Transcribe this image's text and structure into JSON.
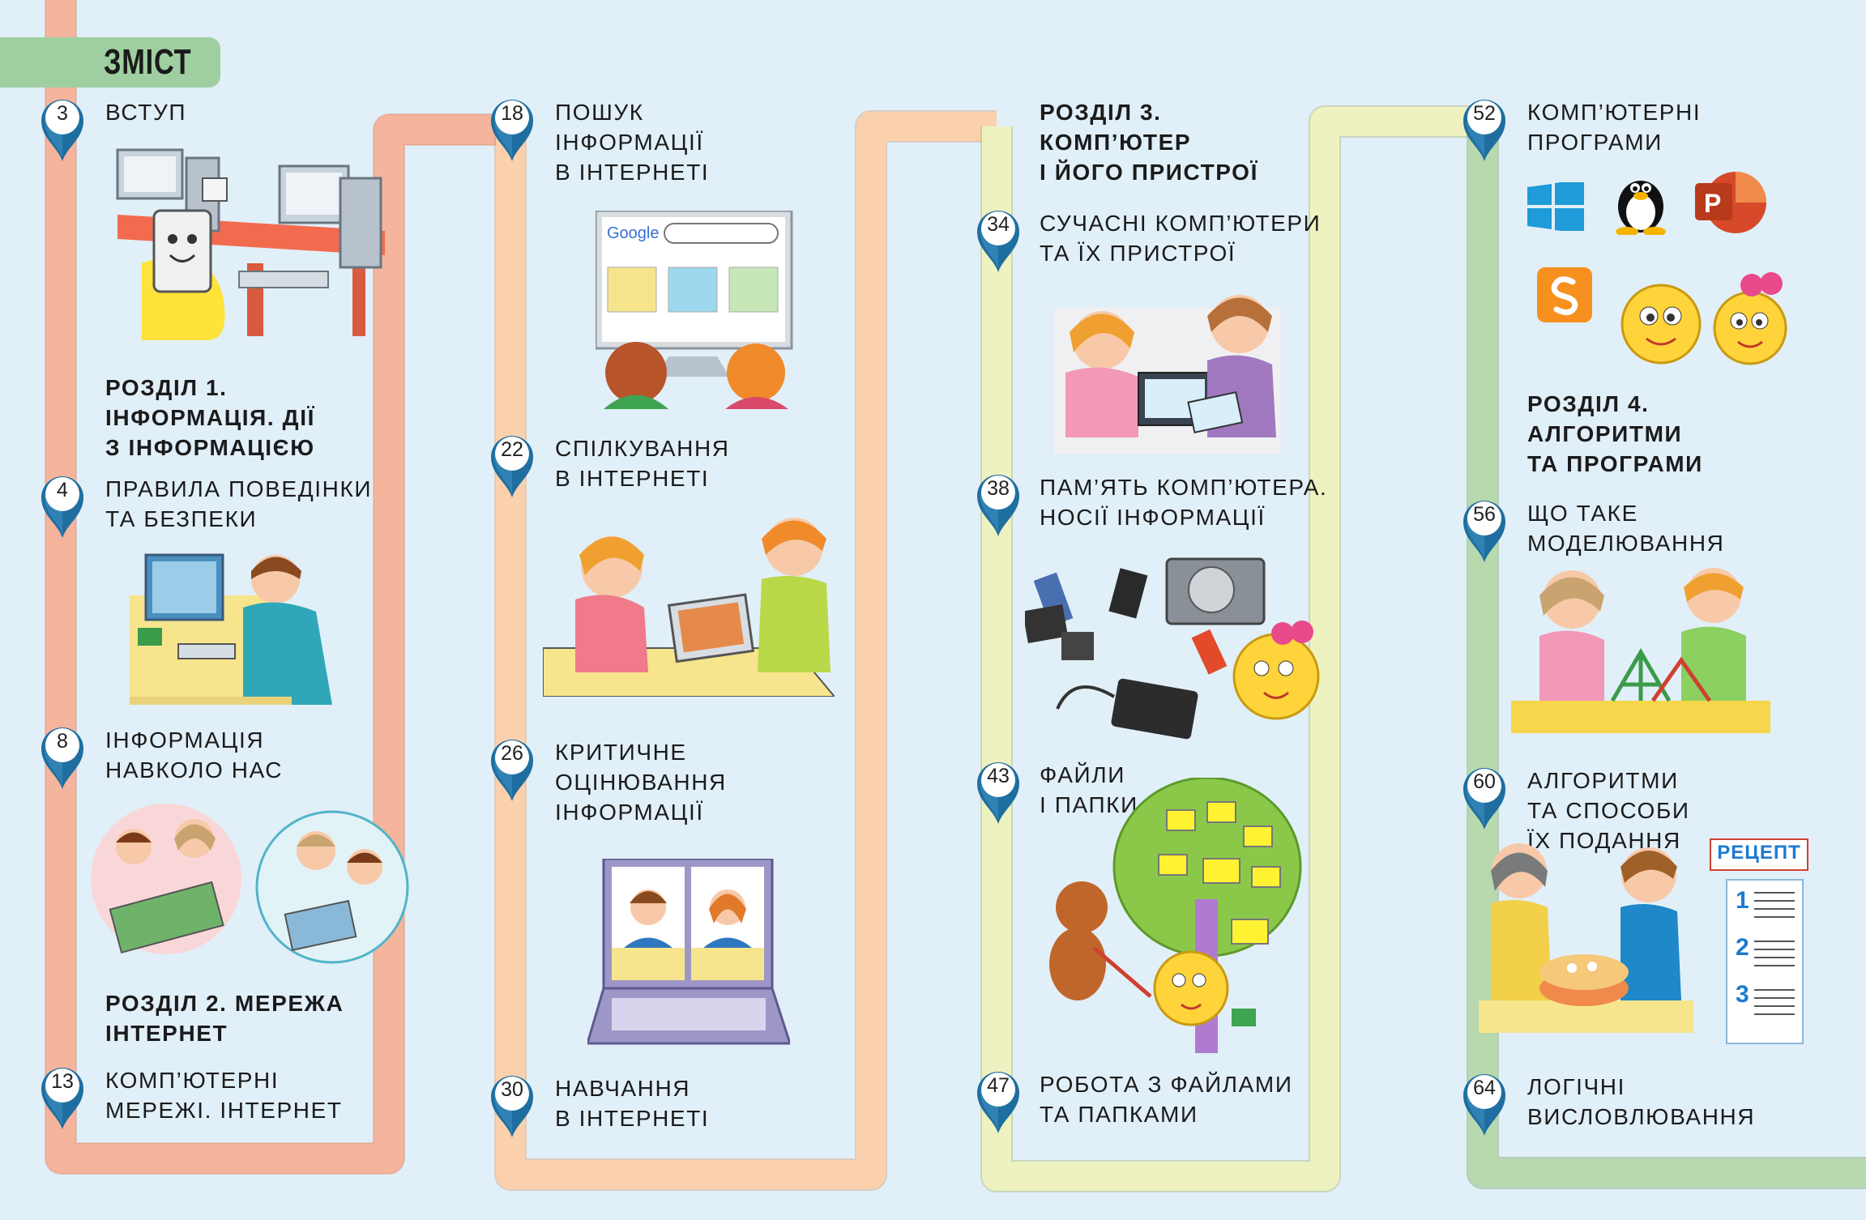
{
  "page": {
    "heading": "ЗМІСТ"
  },
  "colors": {
    "background": "#e1eff8",
    "track1": "#f5b49c",
    "track2": "#fbd0ac",
    "track3": "#eef2c0",
    "track4": "#b8d8ae",
    "pin": "#1f6ea0",
    "heading_tab": "#9fcfa0"
  },
  "columns": [
    {
      "items": [
        {
          "type": "entry",
          "page": "3",
          "lines": [
            "ВСТУП"
          ]
        },
        {
          "type": "section",
          "lines": [
            "РОЗДІЛ 1.",
            "ІНФОРМАЦІЯ. ДІЇ",
            "З ІНФОРМАЦІЄЮ"
          ]
        },
        {
          "type": "entry",
          "page": "4",
          "lines": [
            "ПРАВИЛА ПОВЕДІНКИ",
            "ТА БЕЗПЕКИ"
          ]
        },
        {
          "type": "entry",
          "page": "8",
          "lines": [
            "ІНФОРМАЦІЯ",
            "НАВКОЛО НАС"
          ]
        },
        {
          "type": "section",
          "lines": [
            "РОЗДІЛ 2. МЕРЕЖА",
            "ІНТЕРНЕТ"
          ]
        },
        {
          "type": "entry",
          "page": "13",
          "lines": [
            "КОМП’ЮТЕРНІ",
            "МЕРЕЖІ. ІНТЕРНЕТ"
          ]
        }
      ]
    },
    {
      "items": [
        {
          "type": "entry",
          "page": "18",
          "lines": [
            "ПОШУК",
            "ІНФОРМАЦІЇ",
            "В ІНТЕРНЕТІ"
          ]
        },
        {
          "type": "entry",
          "page": "22",
          "lines": [
            "СПІЛКУВАННЯ",
            "В ІНТЕРНЕТІ"
          ]
        },
        {
          "type": "entry",
          "page": "26",
          "lines": [
            "КРИТИЧНЕ",
            "ОЦІНЮВАННЯ",
            "ІНФОРМАЦІЇ"
          ]
        },
        {
          "type": "entry",
          "page": "30",
          "lines": [
            "НАВЧАННЯ",
            "В ІНТЕРНЕТІ"
          ]
        }
      ]
    },
    {
      "items": [
        {
          "type": "section",
          "lines": [
            "РОЗДІЛ 3.",
            "КОМП’ЮТЕР",
            "І ЙОГО ПРИСТРОЇ"
          ]
        },
        {
          "type": "entry",
          "page": "34",
          "lines": [
            "СУЧАСНІ КОМП’ЮТЕРИ",
            "ТА ЇХ ПРИСТРОЇ"
          ]
        },
        {
          "type": "entry",
          "page": "38",
          "lines": [
            "ПАМ’ЯТЬ КОМП’ЮТЕРА.",
            "НОСІЇ ІНФОРМАЦІЇ"
          ]
        },
        {
          "type": "entry",
          "page": "43",
          "lines": [
            "ФАЙЛИ",
            "І ПАПКИ"
          ]
        },
        {
          "type": "entry",
          "page": "47",
          "lines": [
            "РОБОТА З ФАЙЛАМИ",
            "ТА ПАПКАМИ"
          ]
        }
      ]
    },
    {
      "items": [
        {
          "type": "entry",
          "page": "52",
          "lines": [
            "КОМП’ЮТЕРНІ",
            "ПРОГРАМИ"
          ]
        },
        {
          "type": "section",
          "lines": [
            "РОЗДІЛ 4.",
            "АЛГОРИТМИ",
            "ТА ПРОГРАМИ"
          ]
        },
        {
          "type": "entry",
          "page": "56",
          "lines": [
            "ЩО ТАКЕ",
            "МОДЕЛЮВАННЯ"
          ]
        },
        {
          "type": "entry",
          "page": "60",
          "lines": [
            "АЛГОРИТМИ",
            "ТА СПОСОБИ",
            "ЇХ ПОДАННЯ"
          ]
        },
        {
          "type": "entry",
          "page": "64",
          "lines": [
            "ЛОГІЧНІ",
            "ВИСЛОВЛЮВАННЯ"
          ]
        }
      ]
    }
  ],
  "illustrations": {
    "search_logo": "Google",
    "recipe_label": "РЕЦЕПТ",
    "recipe_steps": [
      "1",
      "2",
      "3"
    ],
    "program_icons": [
      "windows-icon",
      "linux-tux-icon",
      "powerpoint-icon",
      "scratch-icon"
    ]
  }
}
